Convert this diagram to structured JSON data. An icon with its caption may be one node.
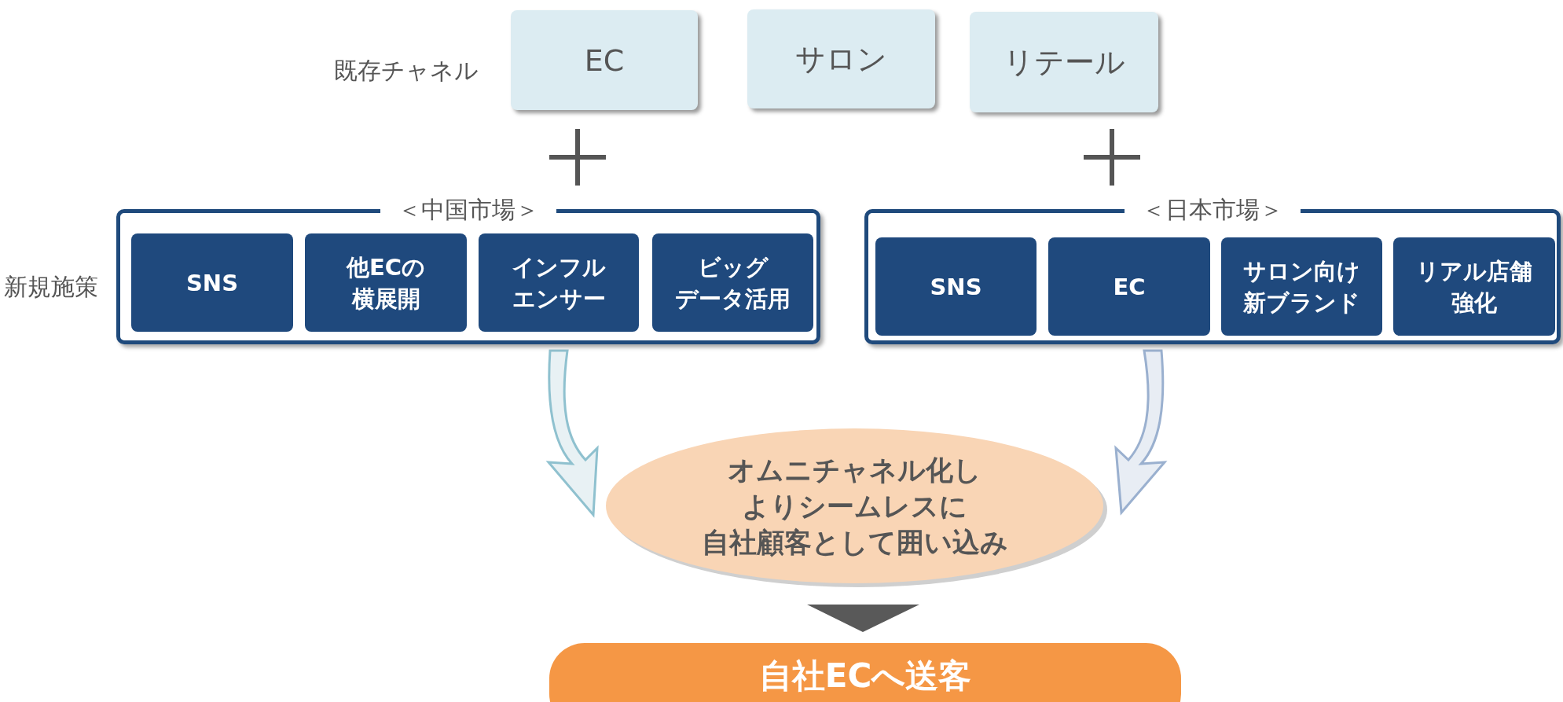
{
  "diagram": {
    "nodes": [
      {
        "text": [
          "EC"
        ]
      },
      {
        "text": [
          "サロン"
        ]
      },
      {
        "text": [
          "リテール"
        ]
      },
      {
        "text": [
          "＜中国市場＞"
        ]
      },
      {
        "text": [
          "SNS"
        ],
        "in": 3
      },
      {
        "text": [
          "他ECの横展開"
        ],
        "in": 3
      },
      {
        "text": [
          "インフルエンサー"
        ],
        "in": 3
      },
      {
        "text": [
          "ビッグ",
          "データ活用"
        ],
        "in": 3
      },
      {
        "text": [
          "＜日本市場＞"
        ]
      },
      {
        "text": [
          "SNS"
        ],
        "in": 8
      },
      {
        "text": [
          "EC"
        ],
        "in": 8
      },
      {
        "text": [
          "サロン向け新ブランド"
        ],
        "in": 8
      },
      {
        "text": [
          "リアル店舗強化"
        ],
        "in": 8
      },
      {
        "text": [
          "オムニチャネル化し",
          "よりシームレスに",
          "自社顧客として囲い込み"
        ]
      },
      {
        "text": [
          "自社ECへ送客"
        ]
      }
    ],
    "edges": [
      {
        "from": 3,
        "to": 13,
        "arrow": "to",
        "color": "#8fc1cf"
      },
      {
        "from": 8,
        "to": 13,
        "arrow": "to",
        "color": "#9ab0cf"
      },
      {
        "from": 13,
        "to": 14,
        "arrow": "to",
        "color": "#595959"
      }
    ],
    "labels": [
      "既存チャネル",
      "新規施策"
    ]
  }
}
